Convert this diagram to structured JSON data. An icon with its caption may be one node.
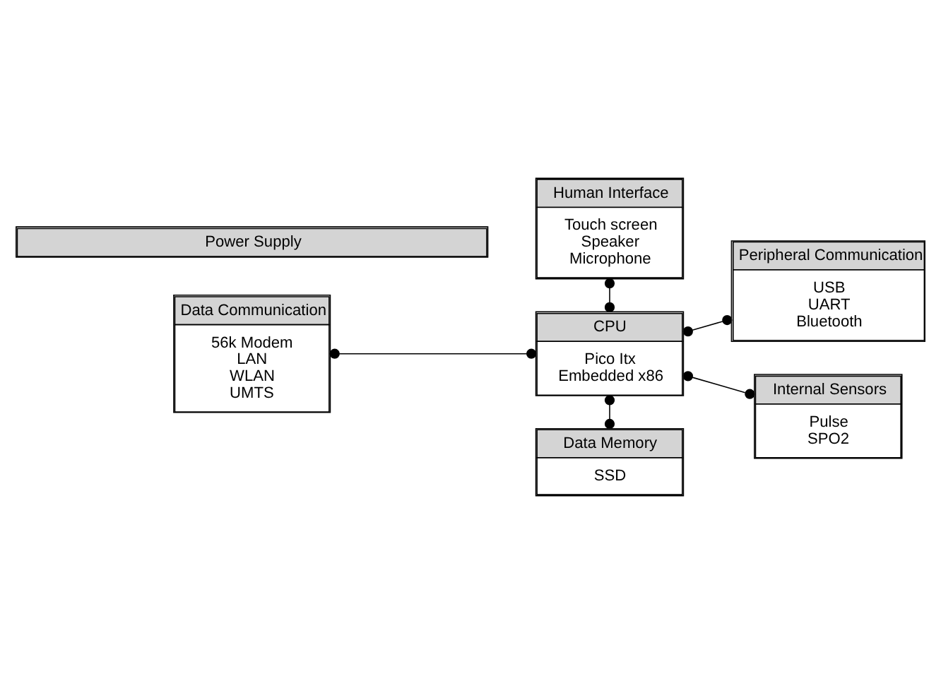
{
  "diagram": {
    "nodes": [
      {
        "text": [
          "Data Communication",
          "56k Modem",
          "LAN",
          "WLAN",
          "UMTS"
        ]
      },
      {
        "text": [
          "Human Interface",
          "Touch screen",
          "Speaker",
          "Microphone"
        ]
      },
      {
        "text": [
          "Peripheral Communication",
          "USB",
          "UART",
          "Bluetooth"
        ]
      },
      {
        "text": [
          "CPU",
          "Pico Itx",
          "Embedded x86"
        ]
      },
      {
        "text": [
          "Internal Sensors",
          "Pulse",
          "SPO2"
        ]
      },
      {
        "text": [
          "Data Memory",
          "SSD"
        ]
      },
      {
        "text": [
          "Power Supply"
        ]
      }
    ],
    "edges": [
      {
        "from": 0,
        "to": 3,
        "arrow": "other"
      },
      {
        "from": 1,
        "to": 3,
        "arrow": "other"
      },
      {
        "from": 3,
        "to": 2,
        "arrow": "other"
      },
      {
        "from": 3,
        "to": 4,
        "arrow": "other"
      },
      {
        "from": 3,
        "to": 5,
        "arrow": "other"
      }
    ]
  }
}
